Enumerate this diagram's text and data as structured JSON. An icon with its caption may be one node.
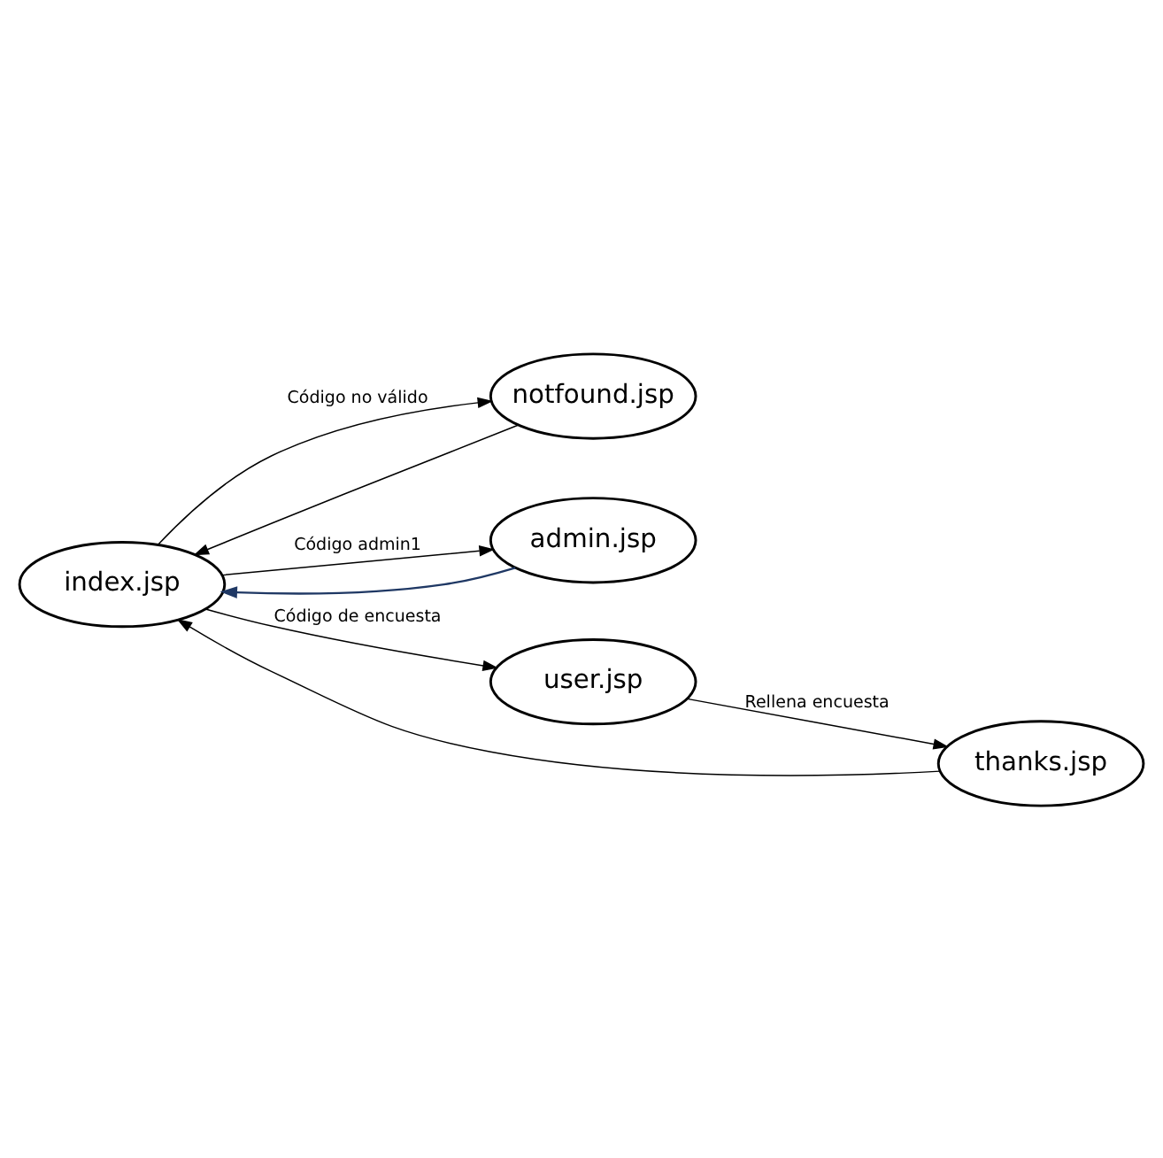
{
  "diagram": {
    "nodes": [
      {
        "text": [
          "index.jsp"
        ]
      },
      {
        "text": [
          "notfound.jsp"
        ]
      },
      {
        "text": [
          "admin.jsp"
        ]
      },
      {
        "text": [
          "user.jsp"
        ]
      },
      {
        "text": [
          "thanks.jsp"
        ]
      }
    ],
    "edges": [
      {
        "from": 0,
        "to": 1,
        "label": "Código no válido",
        "arrow": "to"
      },
      {
        "from": 0,
        "to": 2,
        "label": "Código admin1",
        "arrow": "to"
      },
      {
        "from": 0,
        "to": 3,
        "label": "Código de encuesta",
        "arrow": "to"
      },
      {
        "from": 3,
        "to": 4,
        "label": "Rellena encuesta",
        "arrow": "to"
      },
      {
        "from": 4,
        "to": 0,
        "arrow": "to"
      },
      {
        "from": 1,
        "to": 0,
        "arrow": "to"
      },
      {
        "from": 2,
        "to": 0,
        "arrow": "to",
        "color": "#1f3864"
      }
    ]
  }
}
